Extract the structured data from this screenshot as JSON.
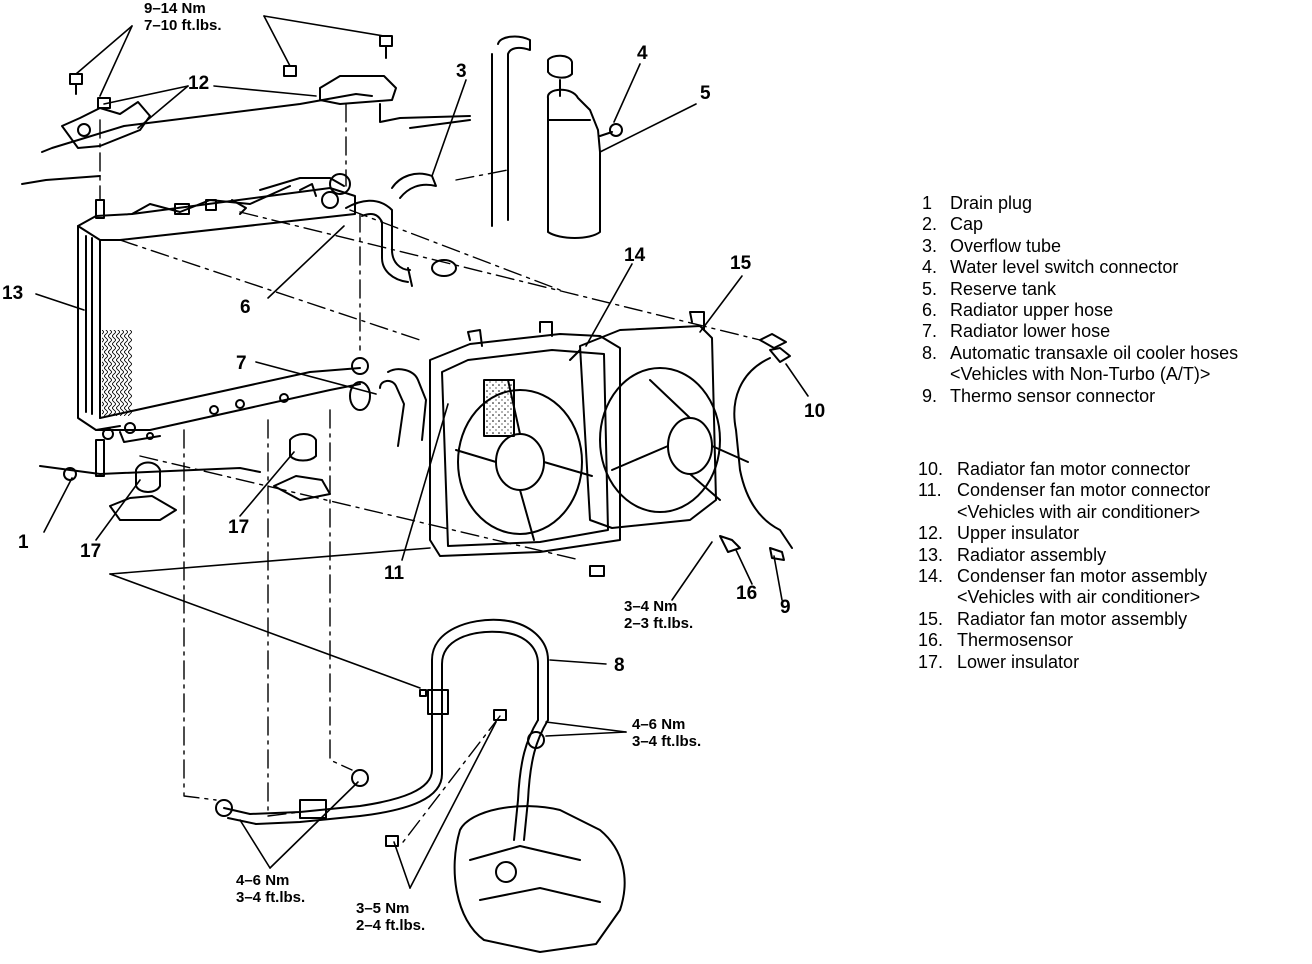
{
  "callouts": {
    "c1": "1",
    "c3": "3",
    "c4": "4",
    "c5": "5",
    "c6": "6",
    "c7": "7",
    "c8": "8",
    "c9": "9",
    "c10": "10",
    "c11": "11",
    "c12": "12",
    "c13": "13",
    "c14": "14",
    "c15": "15",
    "c16": "16",
    "c17a": "17",
    "c17b": "17"
  },
  "torque_specs": {
    "top": {
      "nm": "9–14 Nm",
      "ftlb": "7–10 ft.lbs."
    },
    "fan_bolt": {
      "nm": "3–4 Nm",
      "ftlb": "2–3 ft.lbs."
    },
    "hose_right": {
      "nm": "4–6 Nm",
      "ftlb": "3–4 ft.lbs."
    },
    "hose_lower": {
      "nm": "4–6 Nm",
      "ftlb": "3–4 ft.lbs."
    },
    "hose_bottom": {
      "nm": "3–5 Nm",
      "ftlb": "2–4 ft.lbs."
    }
  },
  "legend": [
    {
      "num": "1",
      "label": "Drain plug"
    },
    {
      "num": "2.",
      "label": "Cap"
    },
    {
      "num": "3.",
      "label": "Overflow tube"
    },
    {
      "num": "4.",
      "label": "Water level switch connector"
    },
    {
      "num": "5.",
      "label": "Reserve tank"
    },
    {
      "num": "6.",
      "label": "Radiator upper hose"
    },
    {
      "num": "7.",
      "label": "Radiator lower hose"
    },
    {
      "num": "8.",
      "label": "Automatic transaxle oil cooler hoses"
    },
    {
      "num": "",
      "label": "<Vehicles with Non-Turbo (A/T)>"
    },
    {
      "num": "9.",
      "label": "Thermo sensor connector"
    }
  ],
  "legend2": [
    {
      "num": "10.",
      "label": "Radiator fan motor connector"
    },
    {
      "num": "11.",
      "label": "Condenser fan motor connector"
    },
    {
      "num": "",
      "label": "<Vehicles with air conditioner>"
    },
    {
      "num": "12.",
      "label": "Upper insulator"
    },
    {
      "num": "13.",
      "label": "Radiator assembly"
    },
    {
      "num": "14.",
      "label": "Condenser fan motor assembly"
    },
    {
      "num": "",
      "label": "<Vehicles with air conditioner>"
    },
    {
      "num": "15.",
      "label": "Radiator fan motor assembly"
    },
    {
      "num": "16.",
      "label": "Thermosensor"
    },
    {
      "num": "17.",
      "label": "Lower insulator"
    }
  ]
}
